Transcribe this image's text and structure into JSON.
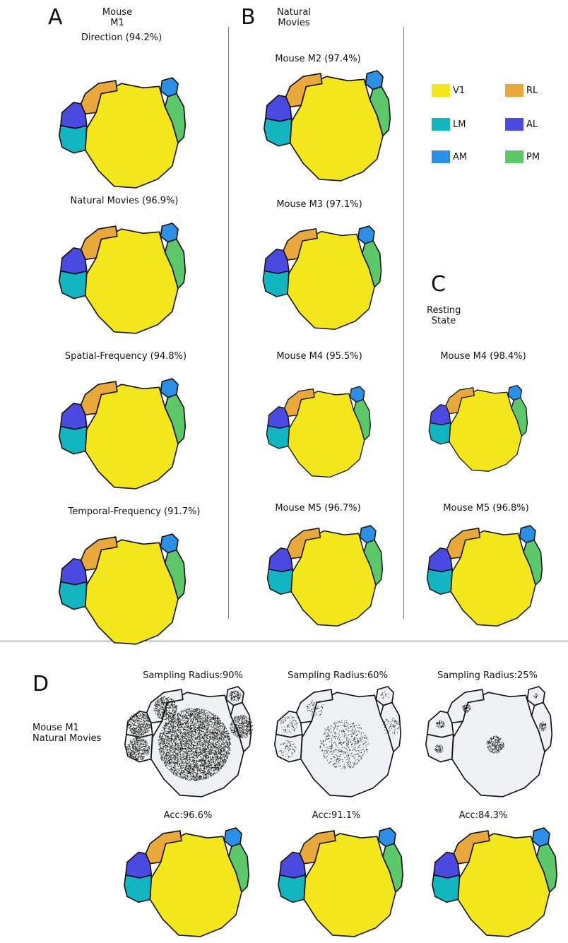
{
  "colors": {
    "V1": "#f3e71c",
    "RL": "#e8a93a",
    "LM": "#12b6c0",
    "AL": "#4a4ae0",
    "AM": "#2b8fe6",
    "PM": "#5cc86a",
    "background_area": "#eef1f1",
    "border": "#111111",
    "sample_dot": "#111111"
  },
  "panels": {
    "A": {
      "letter": "A",
      "header": [
        "Mouse",
        "M1"
      ],
      "maps": [
        {
          "title": "Direction (94.2%)"
        },
        {
          "title": "Natural Movies (96.9%)"
        },
        {
          "title": "Spatial-Frequency (94.8%)"
        },
        {
          "title": "Temporal-Frequency (91.7%)"
        }
      ]
    },
    "B": {
      "letter": "B",
      "header": [
        "Natural",
        "Movies"
      ],
      "maps": [
        {
          "title": "Mouse M2 (97.4%)"
        },
        {
          "title": "Mouse M3 (97.1%)"
        },
        {
          "title": "Mouse M4 (95.5%)"
        },
        {
          "title": "Mouse M5 (96.7%)"
        }
      ]
    },
    "C": {
      "letter": "C",
      "header": [
        "Resting",
        "State"
      ],
      "maps": [
        {
          "title": "Mouse M4 (98.4%)"
        },
        {
          "title": "Mouse M5 (96.8%)"
        }
      ]
    },
    "D": {
      "letter": "D",
      "header": [
        "Mouse M1",
        "Natural Movies"
      ],
      "sampling": [
        {
          "title": "Sampling Radius:90%",
          "accuracy": "Acc:96.6%"
        },
        {
          "title": "Sampling Radius:60%",
          "accuracy": "Acc:91.1%"
        },
        {
          "title": "Sampling Radius:25%",
          "accuracy": "Acc:84.3%"
        }
      ]
    }
  },
  "legend": [
    {
      "label": "V1",
      "color": "#f3e71c"
    },
    {
      "label": "RL",
      "color": "#e8a93a"
    },
    {
      "label": "LM",
      "color": "#12b6c0"
    },
    {
      "label": "AL",
      "color": "#4a4ae0"
    },
    {
      "label": "AM",
      "color": "#2b8fe6"
    },
    {
      "label": "PM",
      "color": "#5cc86a"
    }
  ]
}
